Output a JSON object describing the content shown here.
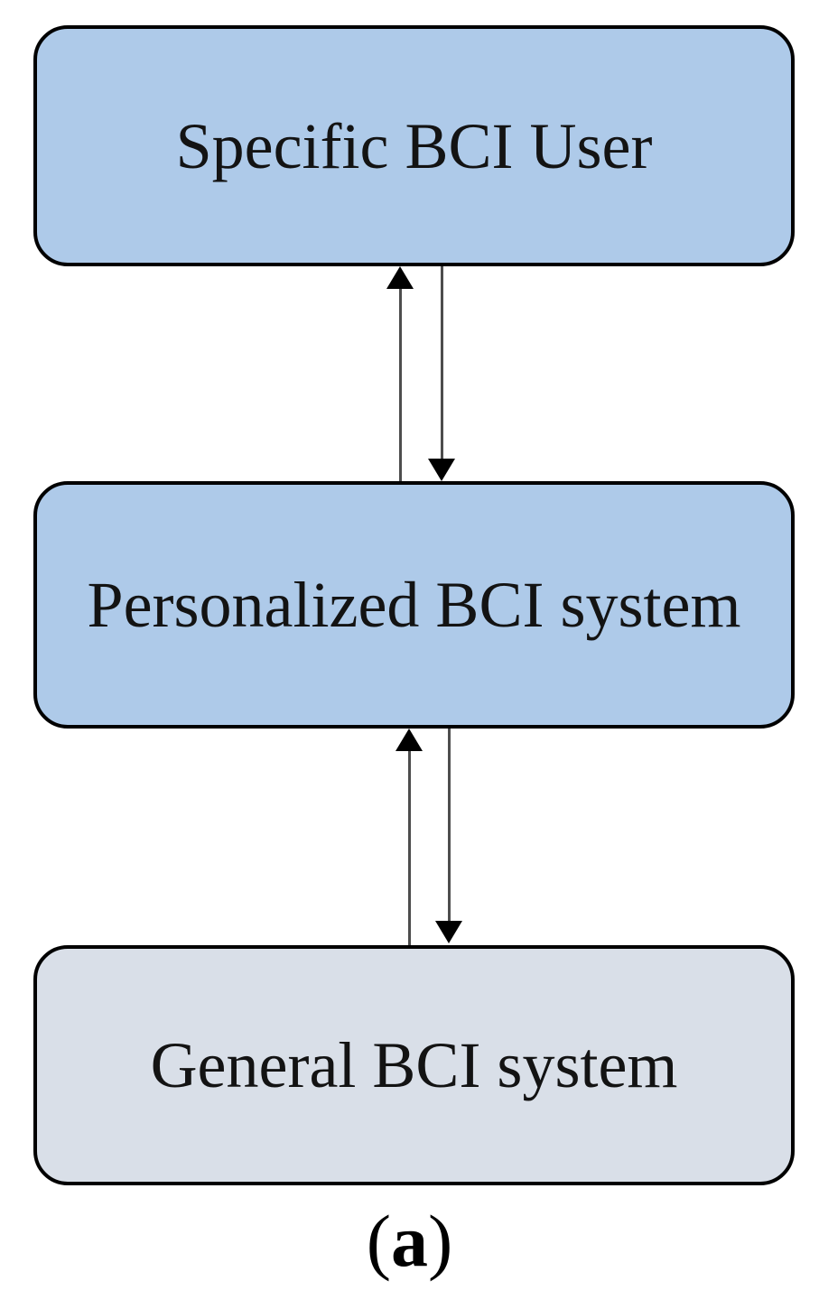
{
  "figure": {
    "nodes": [
      {
        "id": "specific-bci-user",
        "label": "Specific BCI User"
      },
      {
        "id": "personalized-bci-system",
        "label": "Personalized BCI system"
      },
      {
        "id": "general-bci-system",
        "label": "General BCI system"
      }
    ],
    "arrows": [
      {
        "between": "specific-bci-user / personalized-bci-system",
        "directions": [
          "up",
          "down"
        ]
      },
      {
        "between": "personalized-bci-system / general-bci-system",
        "directions": [
          "up",
          "down"
        ]
      }
    ],
    "caption": {
      "open": "(",
      "letter": "a",
      "close": ")"
    },
    "colors": {
      "node_fill_blue": "#aecae9",
      "node_fill_gray": "#d9dfe8",
      "node_border": "#000000",
      "arrow_line": "#4d4d4d",
      "arrow_head": "#000000",
      "text": "#131313"
    }
  }
}
